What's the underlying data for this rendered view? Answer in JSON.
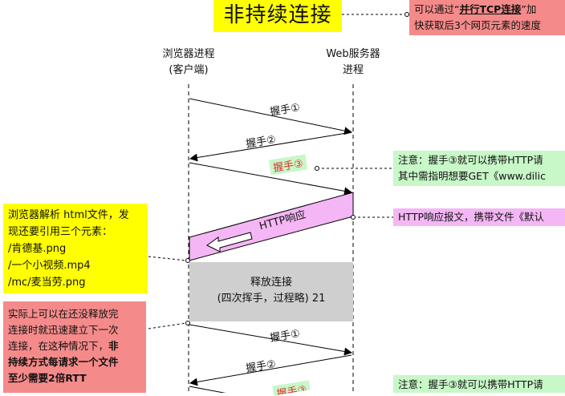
{
  "title": "非持续连接",
  "top_note": {
    "prefix": "可以通过“",
    "emph": "并行TCP连接",
    "suffix": "”加",
    "line2": "快获取后3个网页元素的速度"
  },
  "client_label": {
    "line1": "浏览器进程",
    "line2": "(客户端)"
  },
  "server_label": {
    "line1": "Web服务器",
    "line2": "进程"
  },
  "handshakes": {
    "h1": "握手①",
    "h2": "握手②",
    "h3": "握手③"
  },
  "note_h3": {
    "line1": "注意：握手③就可以携带HTTP请",
    "line2": "其中需指明想要GET《www.dilic"
  },
  "http_response_label": "HTTP响应",
  "note_response": "HTTP响应报文，携带文件《默认",
  "note_parse": {
    "line1": "浏览器解析 html文件，发",
    "line2": "现还要引用三个元素：",
    "line3": "/肯德基.png",
    "line4": "/一个小视频.mp4",
    "line5": "/mc/麦当劳.png"
  },
  "release": {
    "line1": "释放连接",
    "line2": "(四次挥手，过程略) 21"
  },
  "note_actual": {
    "l1": "实际上可以在还没释放完",
    "l2": "连接时就迅速建立下一次",
    "l3a": "连接，在这种情况下，",
    "l3b": "非",
    "l4": "持续方式每请求一个文件",
    "l5": "至少需要2倍RTT"
  },
  "note_h3_bottom": "注意：握手③就可以携带HTTP请",
  "colors": {
    "title_bg": "#ffff00",
    "red_note": "#f58a8a",
    "green_note": "#c8f7c8",
    "pink": "#f4b6f4",
    "gray": "#cfcfcf"
  }
}
